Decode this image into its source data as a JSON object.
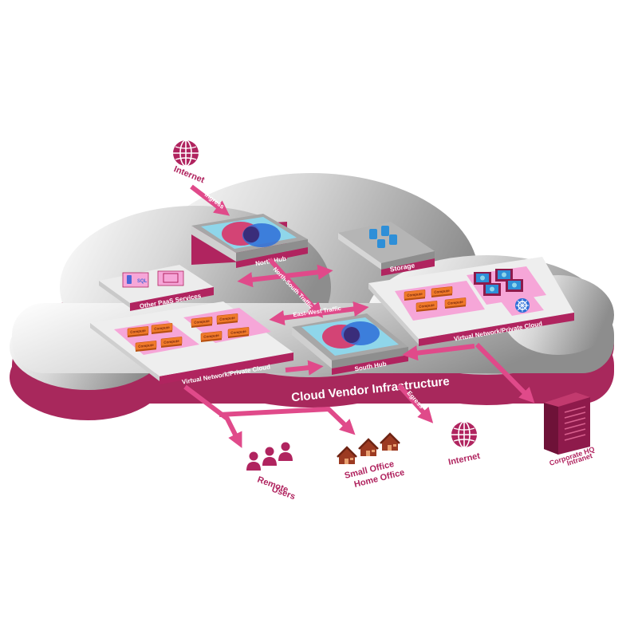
{
  "colors": {
    "magenta": "#b0245f",
    "magenta_dark": "#8e1a4b",
    "arrow_pink": "#e04a8a",
    "pink_fill": "#f6a6d8",
    "orange": "#f07a2a",
    "cyan": "#8fd6ea",
    "blue_icon": "#2e8fd8"
  },
  "labels": {
    "internet_top": "Internet",
    "ingress": "Ingress",
    "north_hub": "North Hub",
    "storage": "Storage",
    "other_paas": "Other PaaS Services",
    "north_south_traffic": "North-South Traffic",
    "east_west_traffic": "East-West Traffic",
    "vnet_left": "Virtual Network/Private Cloud",
    "vnet_right": "Virtual Network/Private Cloud",
    "south_hub": "South Hub",
    "cloud_vendor": "Cloud Vendor Infrastructure",
    "egress": "Egress",
    "internet_bottom": "Internet",
    "remote_users_1": "Remote",
    "remote_users_2": "Users",
    "soho_1": "Small Office",
    "soho_2": "Home Office",
    "corporate_1": "Corporate HQ",
    "corporate_2": "Intranet",
    "compute": "Compute",
    "sql": "SQL"
  },
  "icons": [
    "globe-icon",
    "database-icon",
    "sql-icon",
    "server-rack-icon",
    "kubernetes-icon",
    "vm-icon",
    "user-icon",
    "house-icon",
    "venn-icon"
  ]
}
